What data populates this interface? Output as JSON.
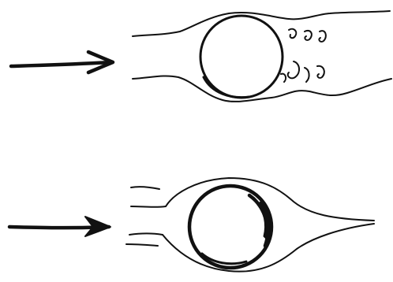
{
  "figure": {
    "panels": [
      {
        "flow_direction": "left-to-right",
        "arrow_icon": "right-arrow-icon",
        "obstacle": "circle-icon",
        "wake": "eddies"
      },
      {
        "flow_direction": "left-to-right",
        "arrow_icon": "right-arrow-icon",
        "obstacle": "circle-icon",
        "wake": "none"
      }
    ],
    "colors": {
      "ink": "#111111",
      "background": "#ffffff"
    }
  }
}
